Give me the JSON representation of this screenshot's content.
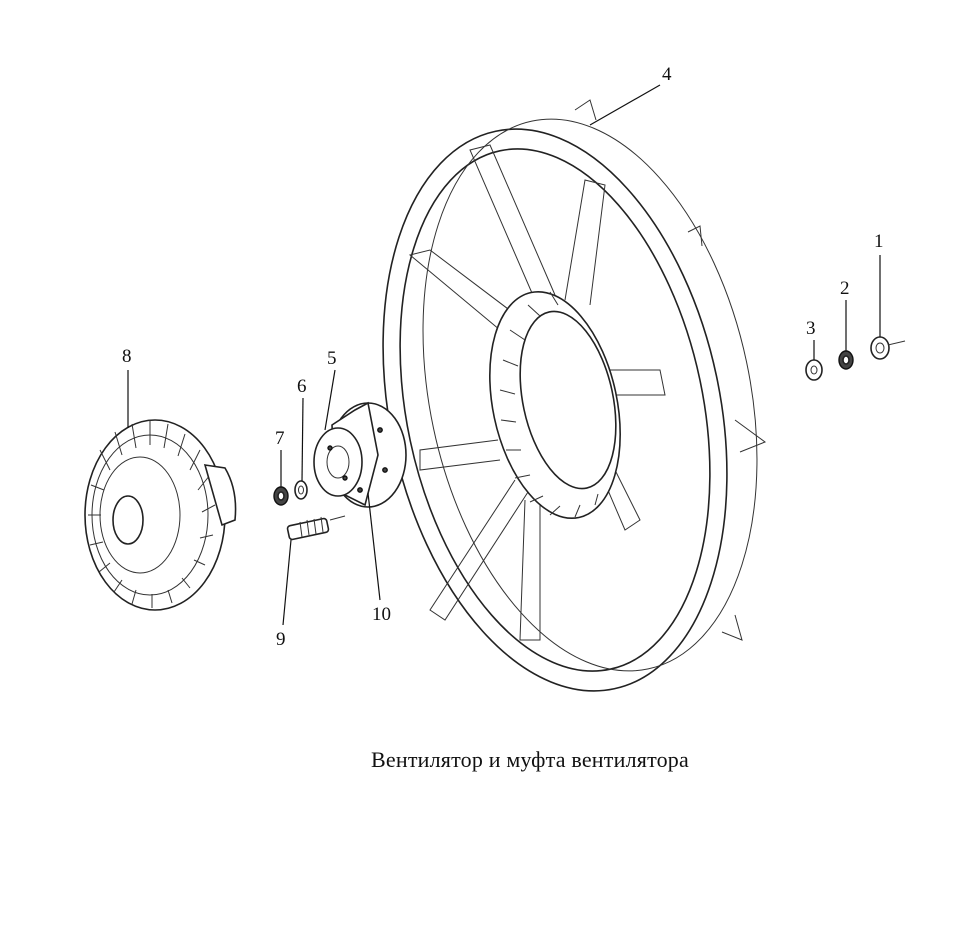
{
  "caption": "Вентилятор и муфта вентилятора",
  "callouts": [
    {
      "id": "1",
      "label": "1"
    },
    {
      "id": "2",
      "label": "2"
    },
    {
      "id": "3",
      "label": "3"
    },
    {
      "id": "4",
      "label": "4"
    },
    {
      "id": "5",
      "label": "5"
    },
    {
      "id": "6",
      "label": "6"
    },
    {
      "id": "7",
      "label": "7"
    },
    {
      "id": "8",
      "label": "8"
    },
    {
      "id": "9",
      "label": "9"
    },
    {
      "id": "10",
      "label": "10"
    }
  ]
}
